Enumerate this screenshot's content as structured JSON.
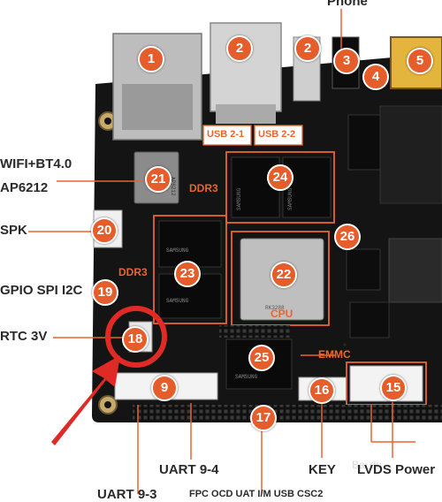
{
  "labels": {
    "phone": "Phone",
    "wifi_bt": "WIFI+BT4.0",
    "ap6212": "AP6212",
    "spk": "SPK",
    "gpio": "GPIO SPI I2C",
    "rtc": "RTC 3V",
    "uart_94": "UART 9-4",
    "key": "KEY",
    "lvds_power": "LVDS Power",
    "uart_93": "UART 9-3",
    "bottom_cut": "FPC  OCD  UAT  I/M  USB  CSC2",
    "usb21": "USB 2-1",
    "usb22": "USB 2-2",
    "ddr3_top": "DDR3",
    "ddr3_left": "DDR3",
    "cpu": "CPU",
    "emmc": "EMMC"
  },
  "callouts": [
    "1",
    "2",
    "2",
    "3",
    "4",
    "5",
    "21",
    "24",
    "20",
    "23",
    "22",
    "26",
    "19",
    "18",
    "25",
    "9",
    "16",
    "15",
    "17"
  ],
  "chips": {
    "wifi_text": "AP6212",
    "ram1": "SAMSUNG",
    "ram2": "SAMSUNG",
    "ram3": "SAMSUNG",
    "ram4": "SAMSUNG",
    "cpu_text": "RK3288",
    "emmc_text": "SAMSUNG"
  },
  "watermark": "Bai du",
  "colors": {
    "board": "#141414",
    "callout": "#e45d2a",
    "label_orange": "#e8652e",
    "label_dark": "#2a2a2a",
    "connector": "#f3f3f3",
    "arrow": "#e02a26"
  }
}
